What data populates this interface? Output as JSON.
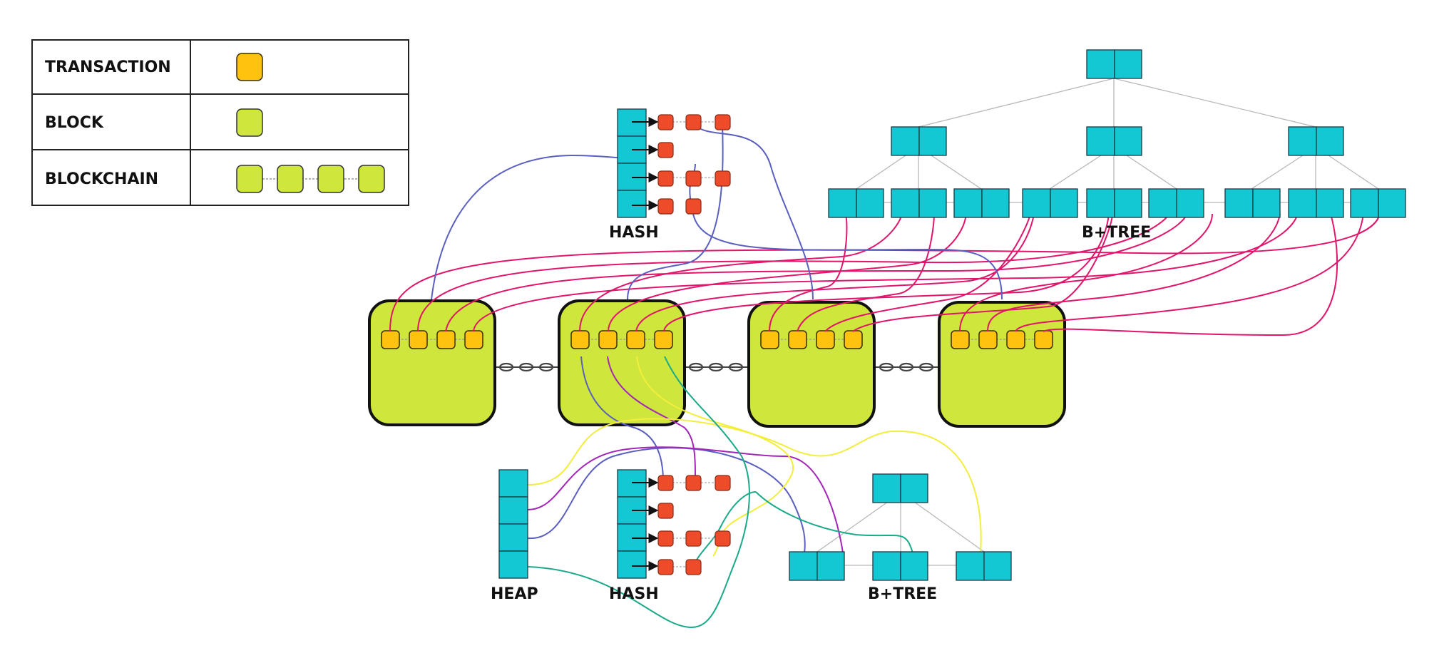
{
  "legend": {
    "rows": [
      {
        "label": "TRANSACTION",
        "icon": "transaction-icon"
      },
      {
        "label": "BLOCK",
        "icon": "block-icon"
      },
      {
        "label": "BLOCKCHAIN",
        "icon": "blockchain-icon"
      }
    ]
  },
  "labels": {
    "top_hash": "HASH",
    "top_btree": "B+TREE",
    "bottom_heap": "HEAP",
    "bottom_hash": "HASH",
    "bottom_btree": "B+TREE"
  },
  "colors": {
    "transaction": "#ffc20e",
    "block": "#cfe63c",
    "index_cell": "#13c8d3",
    "hash_bucket": "#ee4b2b",
    "link_magenta": "#e0156b",
    "link_blue": "#5a5fc0",
    "link_purple": "#a326b8",
    "link_yellow": "#f2ee3c",
    "link_teal": "#1aaa8a"
  }
}
